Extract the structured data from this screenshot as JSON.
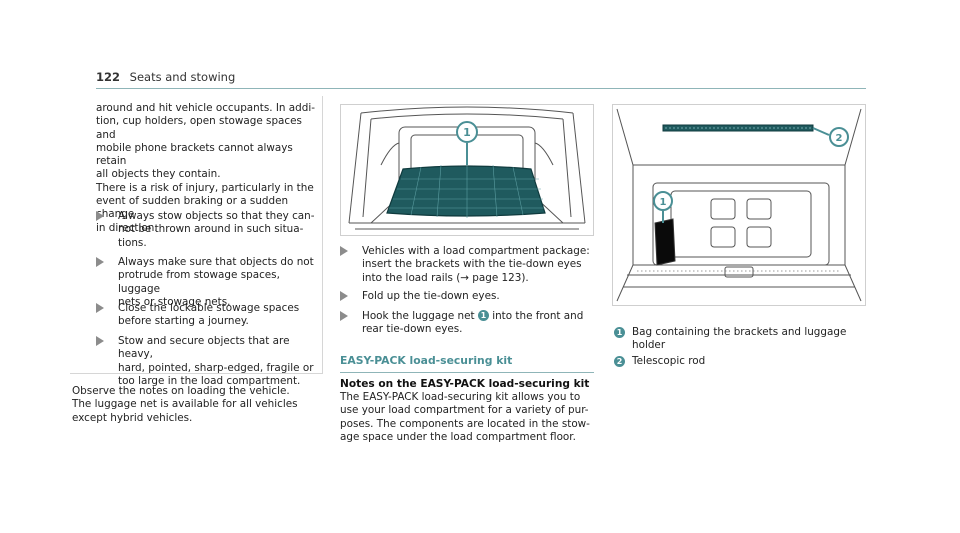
{
  "header": {
    "page_number": "122",
    "section": "Seats and stowing"
  },
  "left_column": {
    "intro_lines": [
      "around and hit vehicle occupants. In addi-",
      "tion, cup holders, open stowage spaces and",
      "mobile phone brackets cannot always retain",
      "all objects they contain.",
      "There is a risk of injury, particularly in the",
      "event of sudden braking or a sudden change",
      "in direction."
    ],
    "bullets": [
      [
        "Always stow objects so that they can-",
        "not be thrown around in such situa-",
        "tions."
      ],
      [
        "Always make sure that objects do not",
        "protrude from stowage spaces, luggage",
        "nets or stowage nets."
      ],
      [
        "Close the lockable stowage spaces",
        "before starting a journey."
      ],
      [
        "Stow and secure objects that are heavy,",
        "hard, pointed, sharp-edged, fragile or",
        "too large in the load compartment."
      ]
    ],
    "footer_lines": [
      "Observe the notes on loading the vehicle.",
      "The luggage net is available for all vehicles",
      "except hybrid vehicles."
    ]
  },
  "middle_column": {
    "figure_callout": "1",
    "bullets": [
      [
        "Vehicles with a load compartment package:",
        "insert the brackets with the tie-down eyes",
        "into the load rails (→ page 123)."
      ],
      [
        "Fold up the tie-down eyes."
      ],
      [
        "Hook the luggage net",
        "into the front and",
        "rear tie-down eyes."
      ]
    ],
    "hook_callout": "1",
    "section_title": "EASY-PACK load-securing kit",
    "subsection_title": "Notes on the EASY-PACK load-securing kit",
    "body_lines": [
      "The EASY-PACK load-securing kit allows you to",
      "use your load compartment for a variety of pur-",
      "poses. The components are located in the stow-",
      "age space under the load compartment floor."
    ]
  },
  "right_column": {
    "figure_callouts": [
      "1",
      "2"
    ],
    "legend": [
      {
        "num": "1",
        "lines": [
          "Bag containing the brackets and luggage",
          "holder"
        ]
      },
      {
        "num": "2",
        "lines": [
          "Telescopic rod"
        ]
      }
    ]
  },
  "colors": {
    "accent": "#4a8f95",
    "net_fill": "#1f5a5e",
    "rule": "#8fb5b8"
  }
}
